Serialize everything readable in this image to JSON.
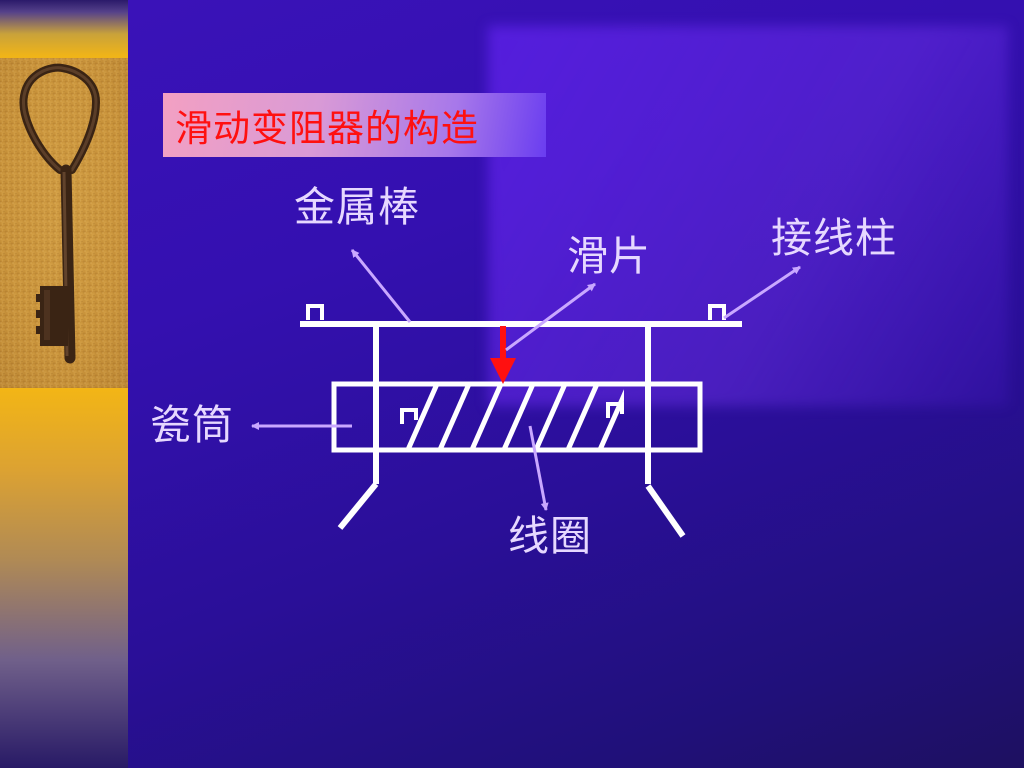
{
  "slide": {
    "title": "滑动变阻器的构造"
  },
  "labels": {
    "metal_rod": "金属棒",
    "slider": "滑片",
    "terminal": "接线柱",
    "ceramic_tube": "瓷筒",
    "coil": "线圈"
  },
  "colors": {
    "background": "#2a0f98",
    "title_text": "#ff1010",
    "diagram_stroke": "#ffffff",
    "leader_line": "#c9a8ff",
    "slider_arrow": "#ff1010",
    "label_text": "#e6d8ff",
    "side_strip": "#f2b516"
  },
  "icons": {
    "decoration": "antique-key-icon"
  }
}
